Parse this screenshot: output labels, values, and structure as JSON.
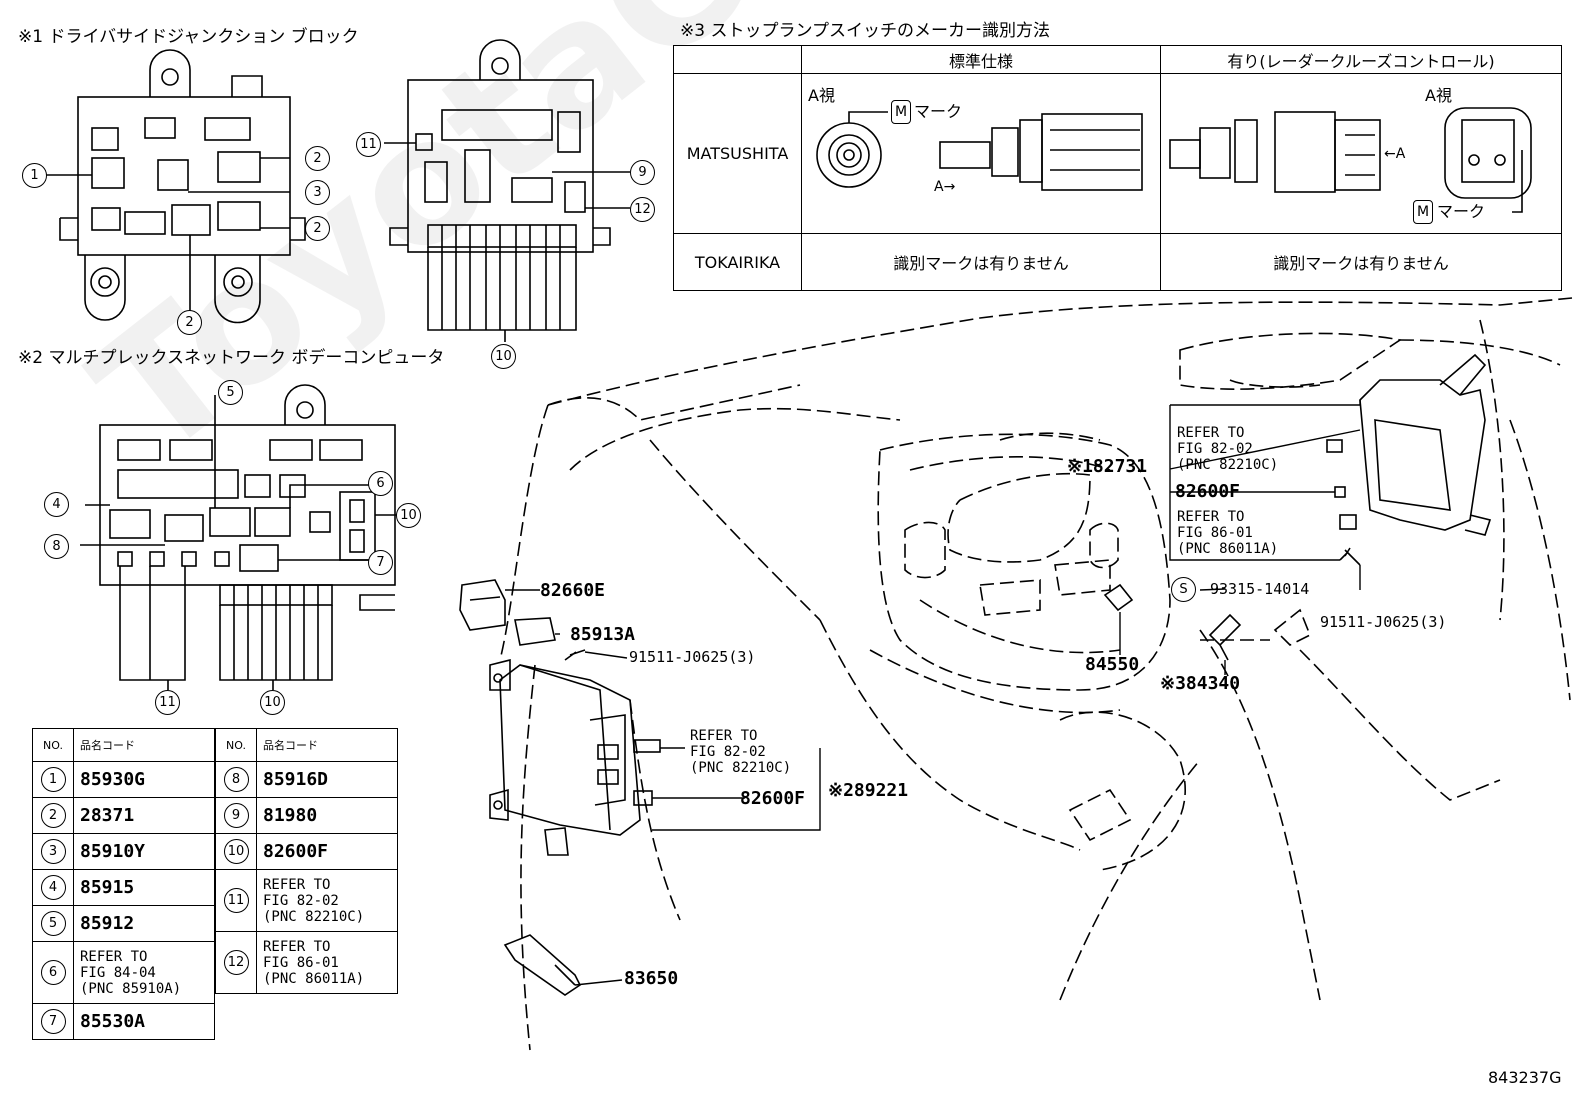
{
  "watermark": "ToyotaCarMine.ru",
  "figure_id": "843237G",
  "sections": {
    "s1": "※1 ドライバサイドジャンクション ブロック",
    "s2": "※2 マルチプレックスネットワーク ボデーコンピュータ",
    "s3": "※3 ストップランプスイッチのメーカー識別方法"
  },
  "maker_table": {
    "col1": "標準仕様",
    "col2": "有り(レーダークルーズコントロール)",
    "row1": "MATSUSHITA",
    "row2": "TOKAIRIKA",
    "no_mark": "識別マークは有りません",
    "view_a": "A視",
    "mark": "マーク",
    "mark_glyph": "M",
    "arrow_a_right": "A→",
    "arrow_a_left": "←A"
  },
  "callouts": [
    "1",
    "2",
    "3",
    "4",
    "5",
    "6",
    "7",
    "8",
    "9",
    "10",
    "11",
    "12"
  ],
  "parts_table": {
    "hdr_no": "NO.",
    "hdr_code": "品名コード",
    "left": [
      {
        "no": "1",
        "code": "85930G"
      },
      {
        "no": "2",
        "code": "28371"
      },
      {
        "no": "3",
        "code": "85910Y"
      },
      {
        "no": "4",
        "code": "85915"
      },
      {
        "no": "5",
        "code": "85912"
      },
      {
        "no": "6",
        "code": "REFER TO\nFIG 84-04\n(PNC 85910A)"
      },
      {
        "no": "7",
        "code": "85530A"
      }
    ],
    "right": [
      {
        "no": "8",
        "code": "85916D"
      },
      {
        "no": "9",
        "code": "81980"
      },
      {
        "no": "10",
        "code": "82600F"
      },
      {
        "no": "11",
        "code": "REFER TO\nFIG 82-02\n(PNC 82210C)"
      },
      {
        "no": "12",
        "code": "REFER TO\nFIG 86-01\n(PNC 86011A)"
      }
    ]
  },
  "labels": {
    "p82731": "※182731",
    "p82600f_a": "82600F",
    "ref_8202_a": "REFER TO\nFIG 82-02\n(PNC 82210C)",
    "ref_8601": "REFER TO\nFIG 86-01\n(PNC 86011A)",
    "s_mark": "S",
    "p93315": "93315-14014",
    "p91511_a": "91511-J0625(3)",
    "p84550": "84550",
    "p84340": "※384340",
    "p82660e": "82660E",
    "p85913a": "85913A",
    "p91511_b": "91511-J0625(3)",
    "ref_8202_b": "REFER TO\nFIG 82-02\n(PNC 82210C)",
    "p82600f_b": "82600F",
    "p89221": "※289221",
    "p83650": "83650"
  }
}
